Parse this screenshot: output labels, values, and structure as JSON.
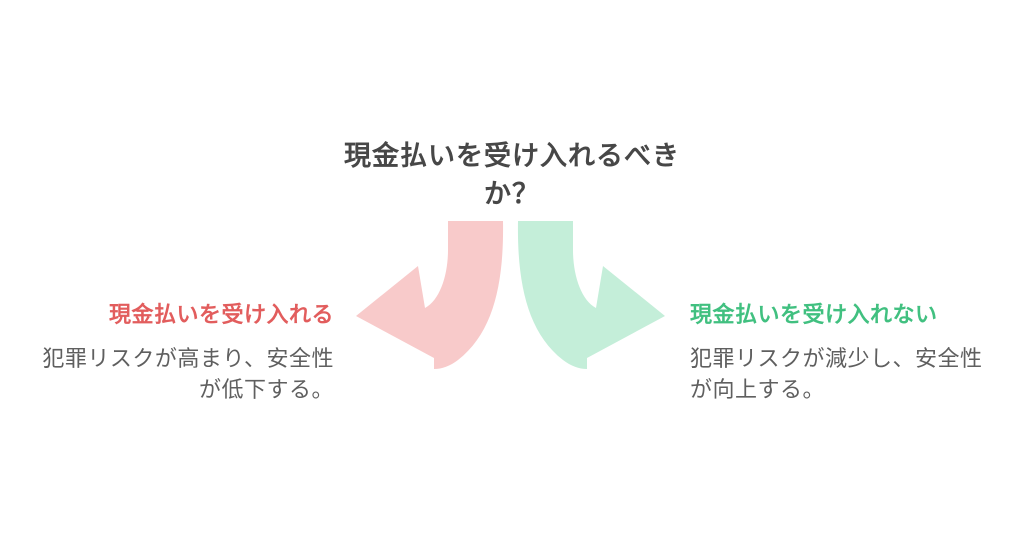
{
  "diagram": {
    "background_color": "#ffffff",
    "title": "現金払いを受け入れるべきか？",
    "title_lines": [
      "現金払いを受け入れるべき",
      "か？"
    ],
    "title_color": "#474747",
    "branches": {
      "left": {
        "label": "現金払いを受け入れる",
        "label_color": "#e25d5d",
        "description": "犯罪リスクが高まり、安全性が低下する。",
        "description_lines": [
          "犯罪リスクが高まり、安全性",
          "が低下する。"
        ],
        "description_color": "#5f5f5f",
        "arrow_color": "#f8caca",
        "arrow_direction": "left"
      },
      "right": {
        "label": "現金払いを受け入れない",
        "label_color": "#41c080",
        "description": "犯罪リスクが減少し、安全性が向上する。",
        "description_lines": [
          "犯罪リスクが減少し、安全性",
          "が向上する。"
        ],
        "description_color": "#5f5f5f",
        "arrow_color": "#c4eed9",
        "arrow_direction": "right"
      }
    }
  }
}
